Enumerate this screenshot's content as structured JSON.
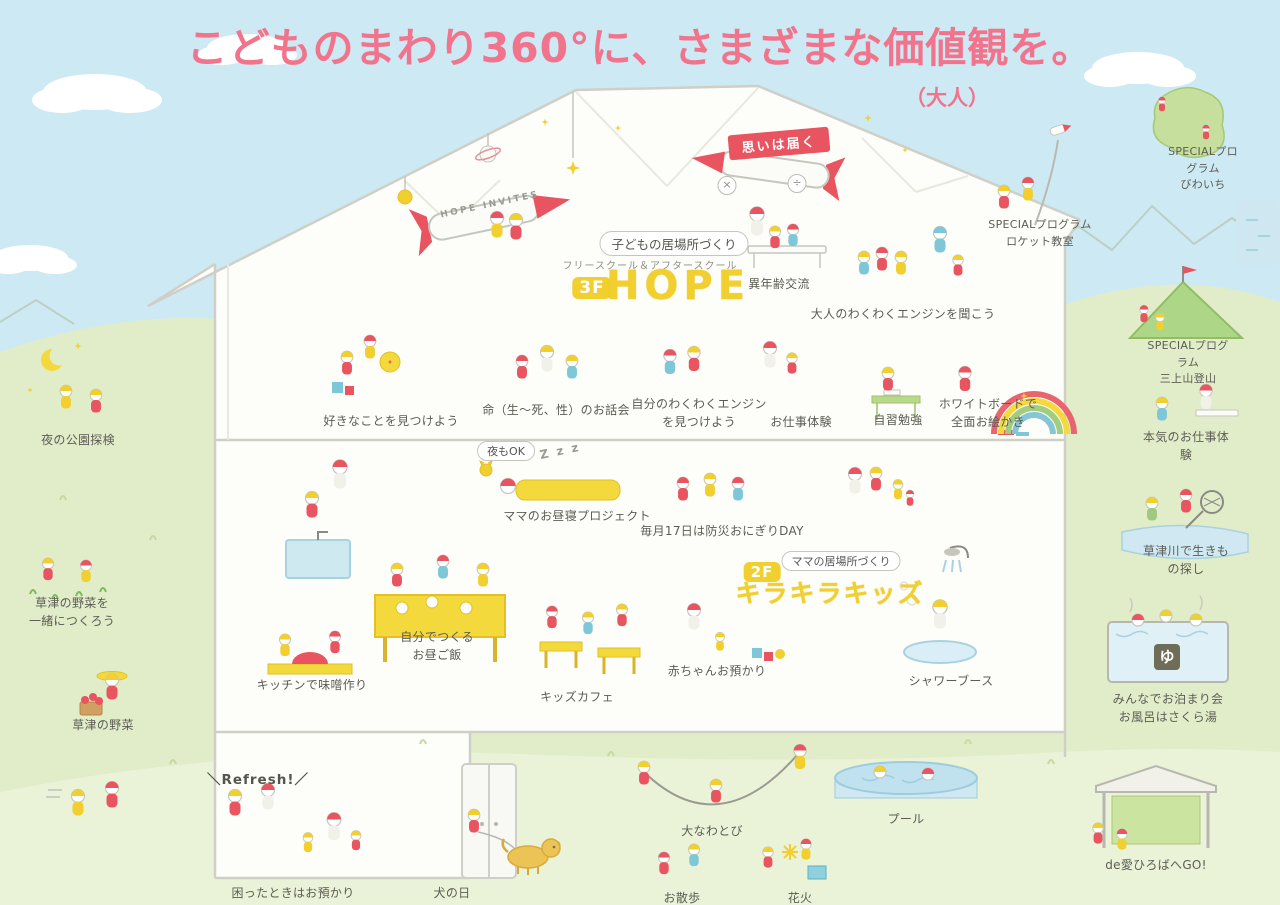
{
  "title": {
    "main": "こどものまわり360°に、さまざまな価値観を。",
    "note": "（大人）"
  },
  "banners": {
    "rocket_left": "HOPE INVITES",
    "rocket_flag": "思いは届く"
  },
  "floor3": {
    "bubble": "子どもの居場所づくり",
    "type": "フリースクール＆アフタースクール",
    "tag": "3F",
    "name": "HOPE",
    "labels": {
      "exchange": "異年齢交流",
      "adult_engine": "大人のわくわくエンジンを聞こう",
      "favorite": "好きなことを見つけよう",
      "life_talk": "命（生〜死、性）のお話会",
      "my_engine": "自分のわくわくエンジン\nを見つけよう",
      "work_exp": "お仕事体験",
      "self_study": "自習勉強",
      "whiteboard": "ホワイトボードで\n全面お絵かき"
    },
    "decor": {
      "multiply": "×",
      "divide": "÷"
    }
  },
  "floor2": {
    "tag": "2F",
    "bubble": "ママの居場所づくり",
    "name": "キラキラキッズ",
    "labels": {
      "night_ok": "夜もOK",
      "zzz": "Z z z",
      "mama_nap": "ママのお昼寝プロジェクト",
      "onigiri": "毎月17日は防災おにぎりDAY",
      "lunch": "自分でつくる\nお昼ご飯",
      "miso": "キッチンで味噌作り",
      "cafe": "キッズカフェ",
      "baby": "赤ちゃんお預かり",
      "shower": "シャワーブース"
    }
  },
  "outside": {
    "left": {
      "night_park": "夜の公園探検",
      "veggie_grow": "草津の野菜を\n一緒につくろう",
      "veggies": "草津の野菜",
      "refresh": "＼Refresh!／",
      "care": "困ったときはお預かり"
    },
    "bottom": {
      "dog_day": "犬の日",
      "rope": "大なわとび",
      "walk": "お散歩",
      "fireworks": "花火",
      "pool": "プール"
    },
    "right": {
      "biwaichi": "SPECIALプログラム\nびわいち",
      "rocket_class": "SPECIALプログラム\nロケット教室",
      "mikami": "SPECIALプログラム\n三上山登山",
      "real_work": "本気のお仕事体験",
      "river": "草津川で生きもの探し",
      "sleepover": "みんなでお泊まり会\nお風呂はさくら湯",
      "bath_sign": "ゆ",
      "deai": "de愛ひろばへGO!"
    }
  },
  "colors": {
    "title_pink": "#f1748c",
    "accent_yellow": "#f0cf2e",
    "accent_red": "#e8545f",
    "sky": "#cde9f3",
    "hill_green": "#e1edc9"
  }
}
